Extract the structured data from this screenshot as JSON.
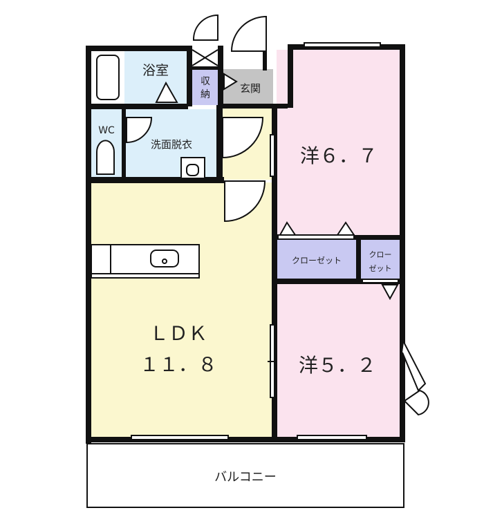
{
  "floorplan": {
    "rooms": {
      "bathroom": "浴室",
      "storage_line1": "収",
      "storage_line2": "納",
      "entrance": "玄関",
      "wc": "WC",
      "washroom": "洗面脱衣",
      "ldk_name": "ＬＤＫ",
      "ldk_size": "１１．８",
      "western1": "洋６．７",
      "closet1": "クローゼット",
      "closet2_line1": "クロー",
      "closet2_line2": "ゼット",
      "western2": "洋５．２",
      "balcony": "バルコニー"
    },
    "colors": {
      "ldk": "#fbf7cf",
      "western": "#fbe3ee",
      "water": "#dceffa",
      "closet": "#c9c9f2",
      "entrance": "#c4c4c4",
      "wall": "#111111"
    }
  }
}
